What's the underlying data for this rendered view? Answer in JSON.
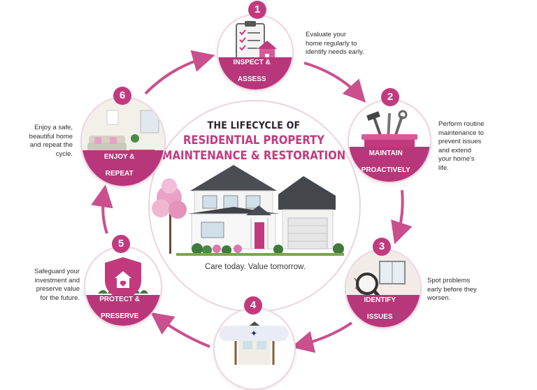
{
  "title": {
    "line1": "THE LIFECYCLE OF",
    "line2": "RESIDENTIAL PROPERTY",
    "line3": "MAINTENANCE & RESTORATION"
  },
  "tagline": "Care today. Value tomorrow.",
  "steps": [
    {
      "number": "1",
      "label_line1": "INSPECT &",
      "label_line2": "ASSESS",
      "description": [
        "Evaluate your",
        "home regularly to",
        "identify needs early."
      ]
    },
    {
      "number": "2",
      "label_line1": "MAINTAIN",
      "label_line2": "PROACTIVELY",
      "description": [
        "Perform routine",
        "maintenance to",
        "prevent issues",
        "and extend",
        "your home's",
        "life."
      ]
    },
    {
      "number": "3",
      "label_line1": "IDENTIFY",
      "label_line2": "ISSUES",
      "description": [
        "Spot problems",
        "early before they",
        "worsen."
      ]
    },
    {
      "number": "4",
      "label_line1": "",
      "label_line2": "",
      "description": []
    },
    {
      "number": "5",
      "label_line1": "PROTECT &",
      "label_line2": "PRESERVE",
      "description": [
        "Safeguard your",
        "investment and",
        "preserve value",
        "for the future."
      ]
    },
    {
      "number": "6",
      "label_line1": "ENJOY &",
      "label_line2": "REPEAT",
      "description": [
        "Enjoy a safe,",
        "beautiful home",
        "and repeat the",
        "cycle."
      ]
    }
  ],
  "colors": {
    "accent": "#c23a7e",
    "band": "#b8367a",
    "arrow": "#c9508d",
    "ring": "#ecd3e0"
  },
  "overlay": {
    "search_icon": "sparkle-icon"
  }
}
